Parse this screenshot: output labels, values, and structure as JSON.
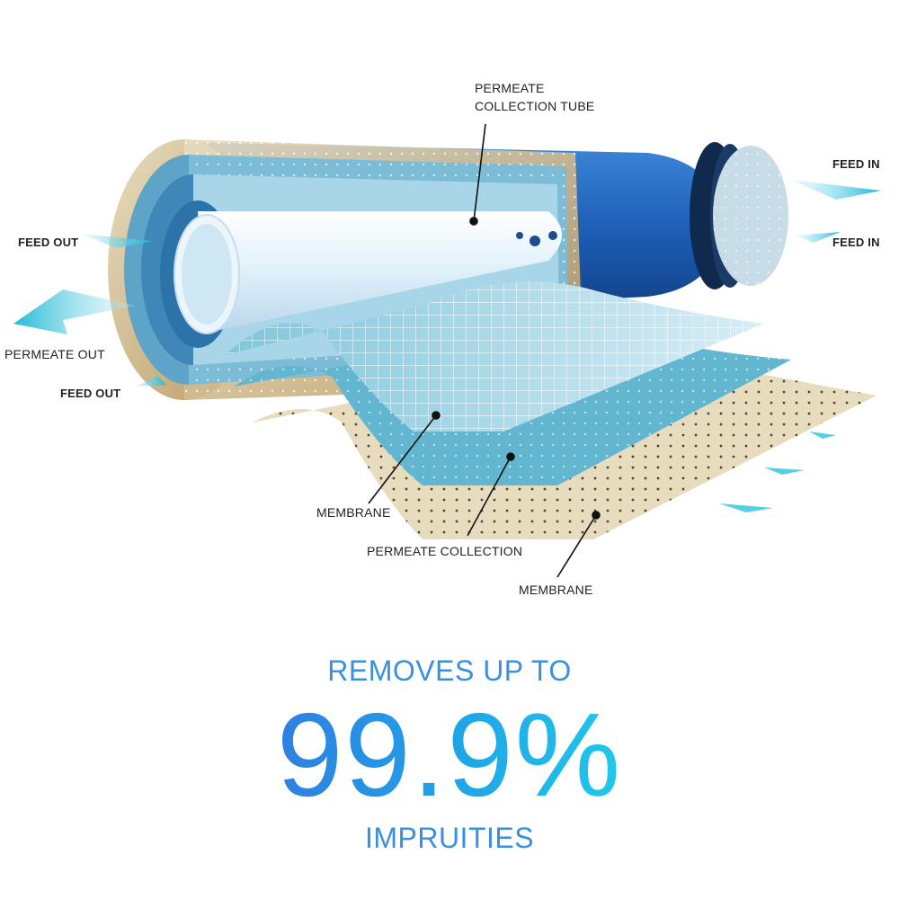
{
  "labels": {
    "permeate_collection_tube": [
      "PERMEATE",
      "COLLECTION TUBE"
    ],
    "feed_in_top": "FEED IN",
    "feed_in_bottom": "FEED IN",
    "feed_out_top": "FEED OUT",
    "permeate_out": "PERMEATE OUT",
    "feed_out_bottom": "FEED OUT",
    "membrane_1": "MEMBRANE",
    "permeate_collection": "PERMEATE COLLECTION",
    "membrane_2": "MEMBRANE"
  },
  "headline": {
    "top": "REMOVES UP TO",
    "value": "99.9%",
    "bottom": "IMPRUITIES"
  },
  "colors": {
    "headline_blue": "#3a8fe0",
    "gradient_start": "#2f7fe0",
    "gradient_end": "#21c8ea",
    "cartridge_blue": "#1f5bb3",
    "membrane_tan": "#cdb58a",
    "flow_cyan": "#29c3dc"
  }
}
